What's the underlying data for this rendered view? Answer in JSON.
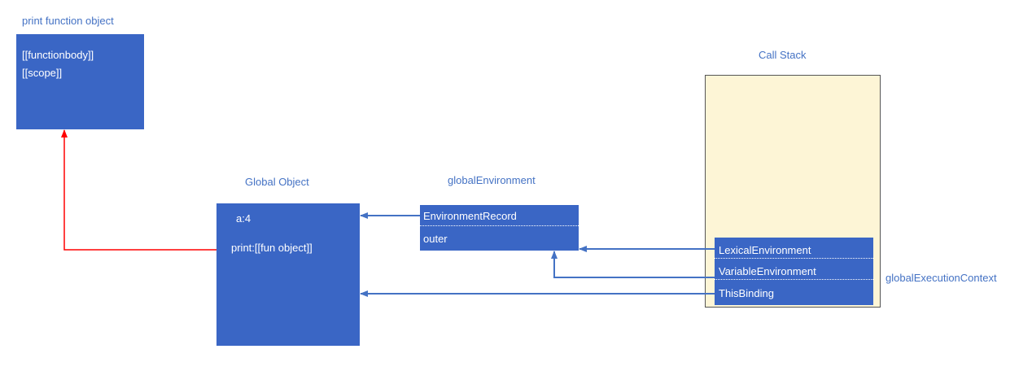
{
  "function_object": {
    "title": "print  function object",
    "lines": [
      "[[functionbody]]",
      "[[scope]]"
    ]
  },
  "global_object": {
    "title": "Global Object",
    "props": [
      "a:4",
      "print:[[fun object]]"
    ]
  },
  "global_environment": {
    "title": "globalEnvironment",
    "fields": [
      "EnvironmentRecord",
      "outer"
    ]
  },
  "call_stack": {
    "title": "Call Stack"
  },
  "execution_context": {
    "label": "globalExecutionContext",
    "fields": [
      "LexicalEnvironment",
      "VariableEnvironment",
      "ThisBinding"
    ]
  },
  "colors": {
    "box": "#3a66c5",
    "text": "#ffffff",
    "caption": "#4472c4",
    "connector": "#4472c4",
    "scope_link": "#ff0000",
    "stack_fill": "#fdf5d6"
  }
}
